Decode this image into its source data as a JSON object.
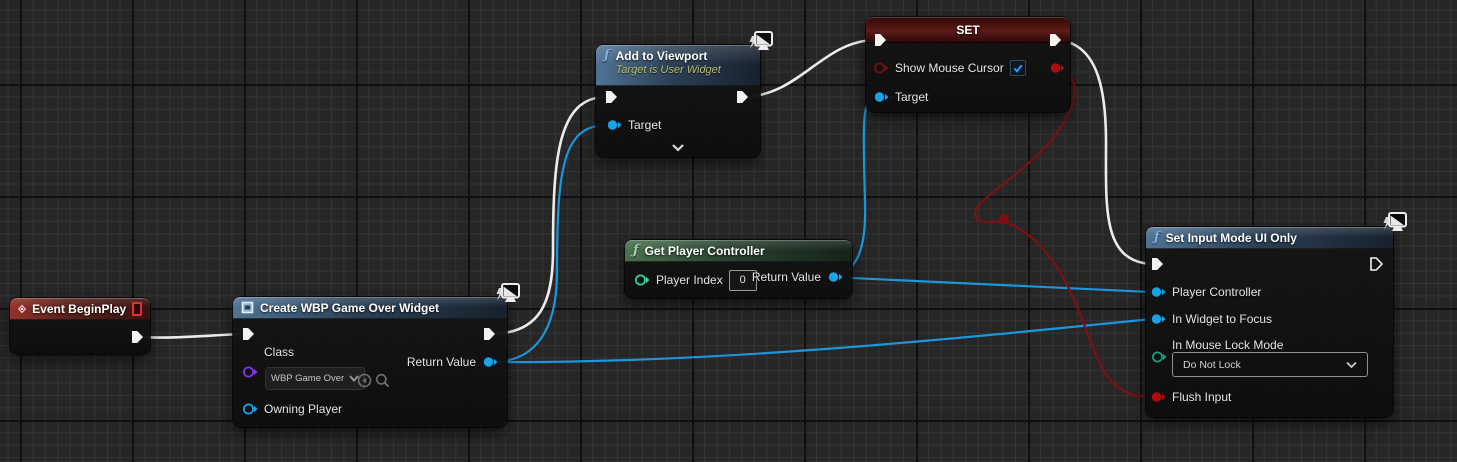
{
  "palette": {
    "exec": "#f2f2f2",
    "exec_wire": "#ececec",
    "object": "#18a3e6",
    "object_wire": "#1b96dd",
    "bool": "#b00b0b",
    "bool_dark": "#7a0d0d",
    "bool_wire": "#7d1010",
    "class_pin": "#8136e0",
    "int_pin": "#2fd8a0",
    "enum_pin": "#12a078",
    "check": "#2e9bf0",
    "white": "#ffffff",
    "gray_icon": "#6e6e6e"
  },
  "nodes": {
    "event_begin_play": {
      "title": "Event BeginPlay"
    },
    "create_widget": {
      "title": "Create WBP Game Over Widget",
      "class_label": "Class",
      "class_value": "WBP Game Over",
      "return_label": "Return Value",
      "owning_player_label": "Owning Player"
    },
    "add_to_viewport": {
      "title": "Add to Viewport",
      "subtitle": "Target is User Widget",
      "target_label": "Target"
    },
    "get_player_controller": {
      "title": "Get Player Controller",
      "player_index_label": "Player Index",
      "player_index_value": "0",
      "return_label": "Return Value"
    },
    "set_mouse_cursor": {
      "title": "SET",
      "show_mouse_cursor_label": "Show Mouse Cursor",
      "target_label": "Target"
    },
    "set_input_mode": {
      "title": "Set Input Mode UI Only",
      "player_controller_label": "Player Controller",
      "in_widget_to_focus_label": "In Widget to Focus",
      "in_mouse_lock_mode_label": "In Mouse Lock Mode",
      "mouse_lock_value": "Do Not Lock",
      "flush_input_label": "Flush Input"
    }
  }
}
